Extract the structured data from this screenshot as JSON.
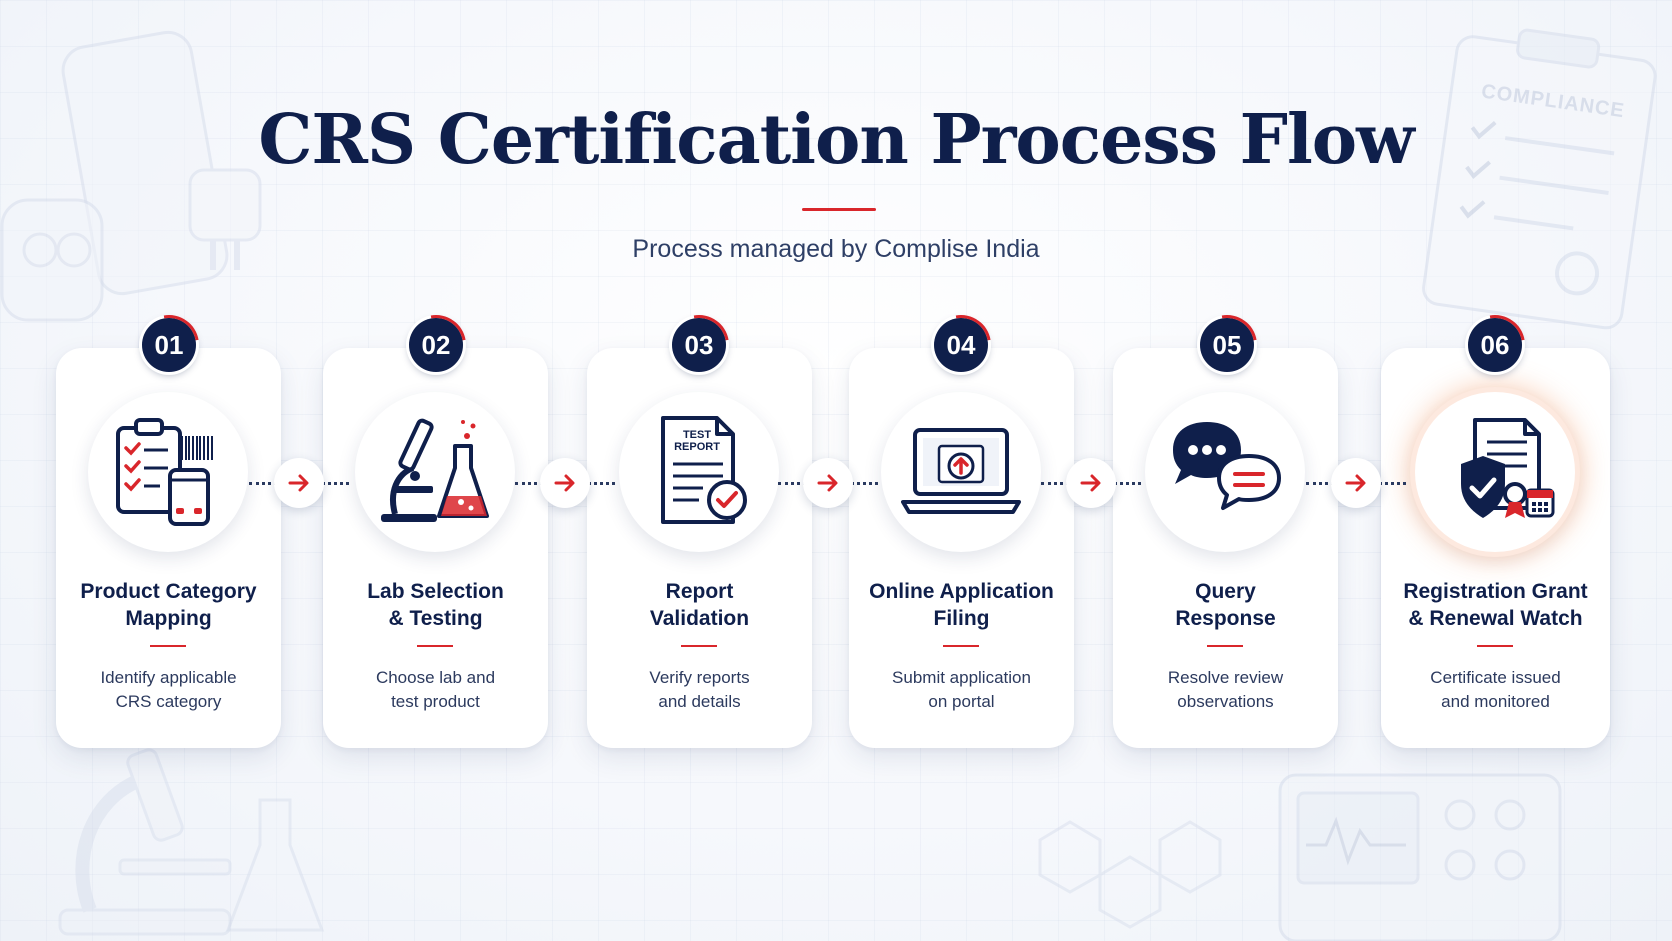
{
  "header": {
    "title": "CRS Certification Process Flow",
    "subtitle": "Process managed by Complise India"
  },
  "colors": {
    "navy": "#0f1f4b",
    "accent_red": "#d9262b",
    "card_bg": "#ffffff",
    "highlight_glow": "#f5a06e"
  },
  "background": {
    "clipboard_label": "COMPLIANCE"
  },
  "steps": [
    {
      "number": "01",
      "title": "Product Category\nMapping",
      "description": "Identify applicable\nCRS category",
      "icon": "clipboard-barcode-phone-icon"
    },
    {
      "number": "02",
      "title": "Lab Selection\n& Testing",
      "description": "Choose lab and\ntest product",
      "icon": "microscope-flask-icon"
    },
    {
      "number": "03",
      "title": "Report\nValidation",
      "description": "Verify reports\nand details",
      "icon": "test-report-check-icon",
      "icon_label": "TEST\nREPORT"
    },
    {
      "number": "04",
      "title": "Online Application\nFiling",
      "description": "Submit application\non portal",
      "icon": "laptop-upload-icon"
    },
    {
      "number": "05",
      "title": "Query\nResponse",
      "description": "Resolve review\nobservations",
      "icon": "chat-bubbles-icon"
    },
    {
      "number": "06",
      "title": "Registration Grant\n& Renewal Watch",
      "description": "Certificate issued\nand monitored",
      "icon": "certificate-shield-calendar-icon",
      "highlighted": true
    }
  ],
  "connector_icon": "arrow-right-icon"
}
